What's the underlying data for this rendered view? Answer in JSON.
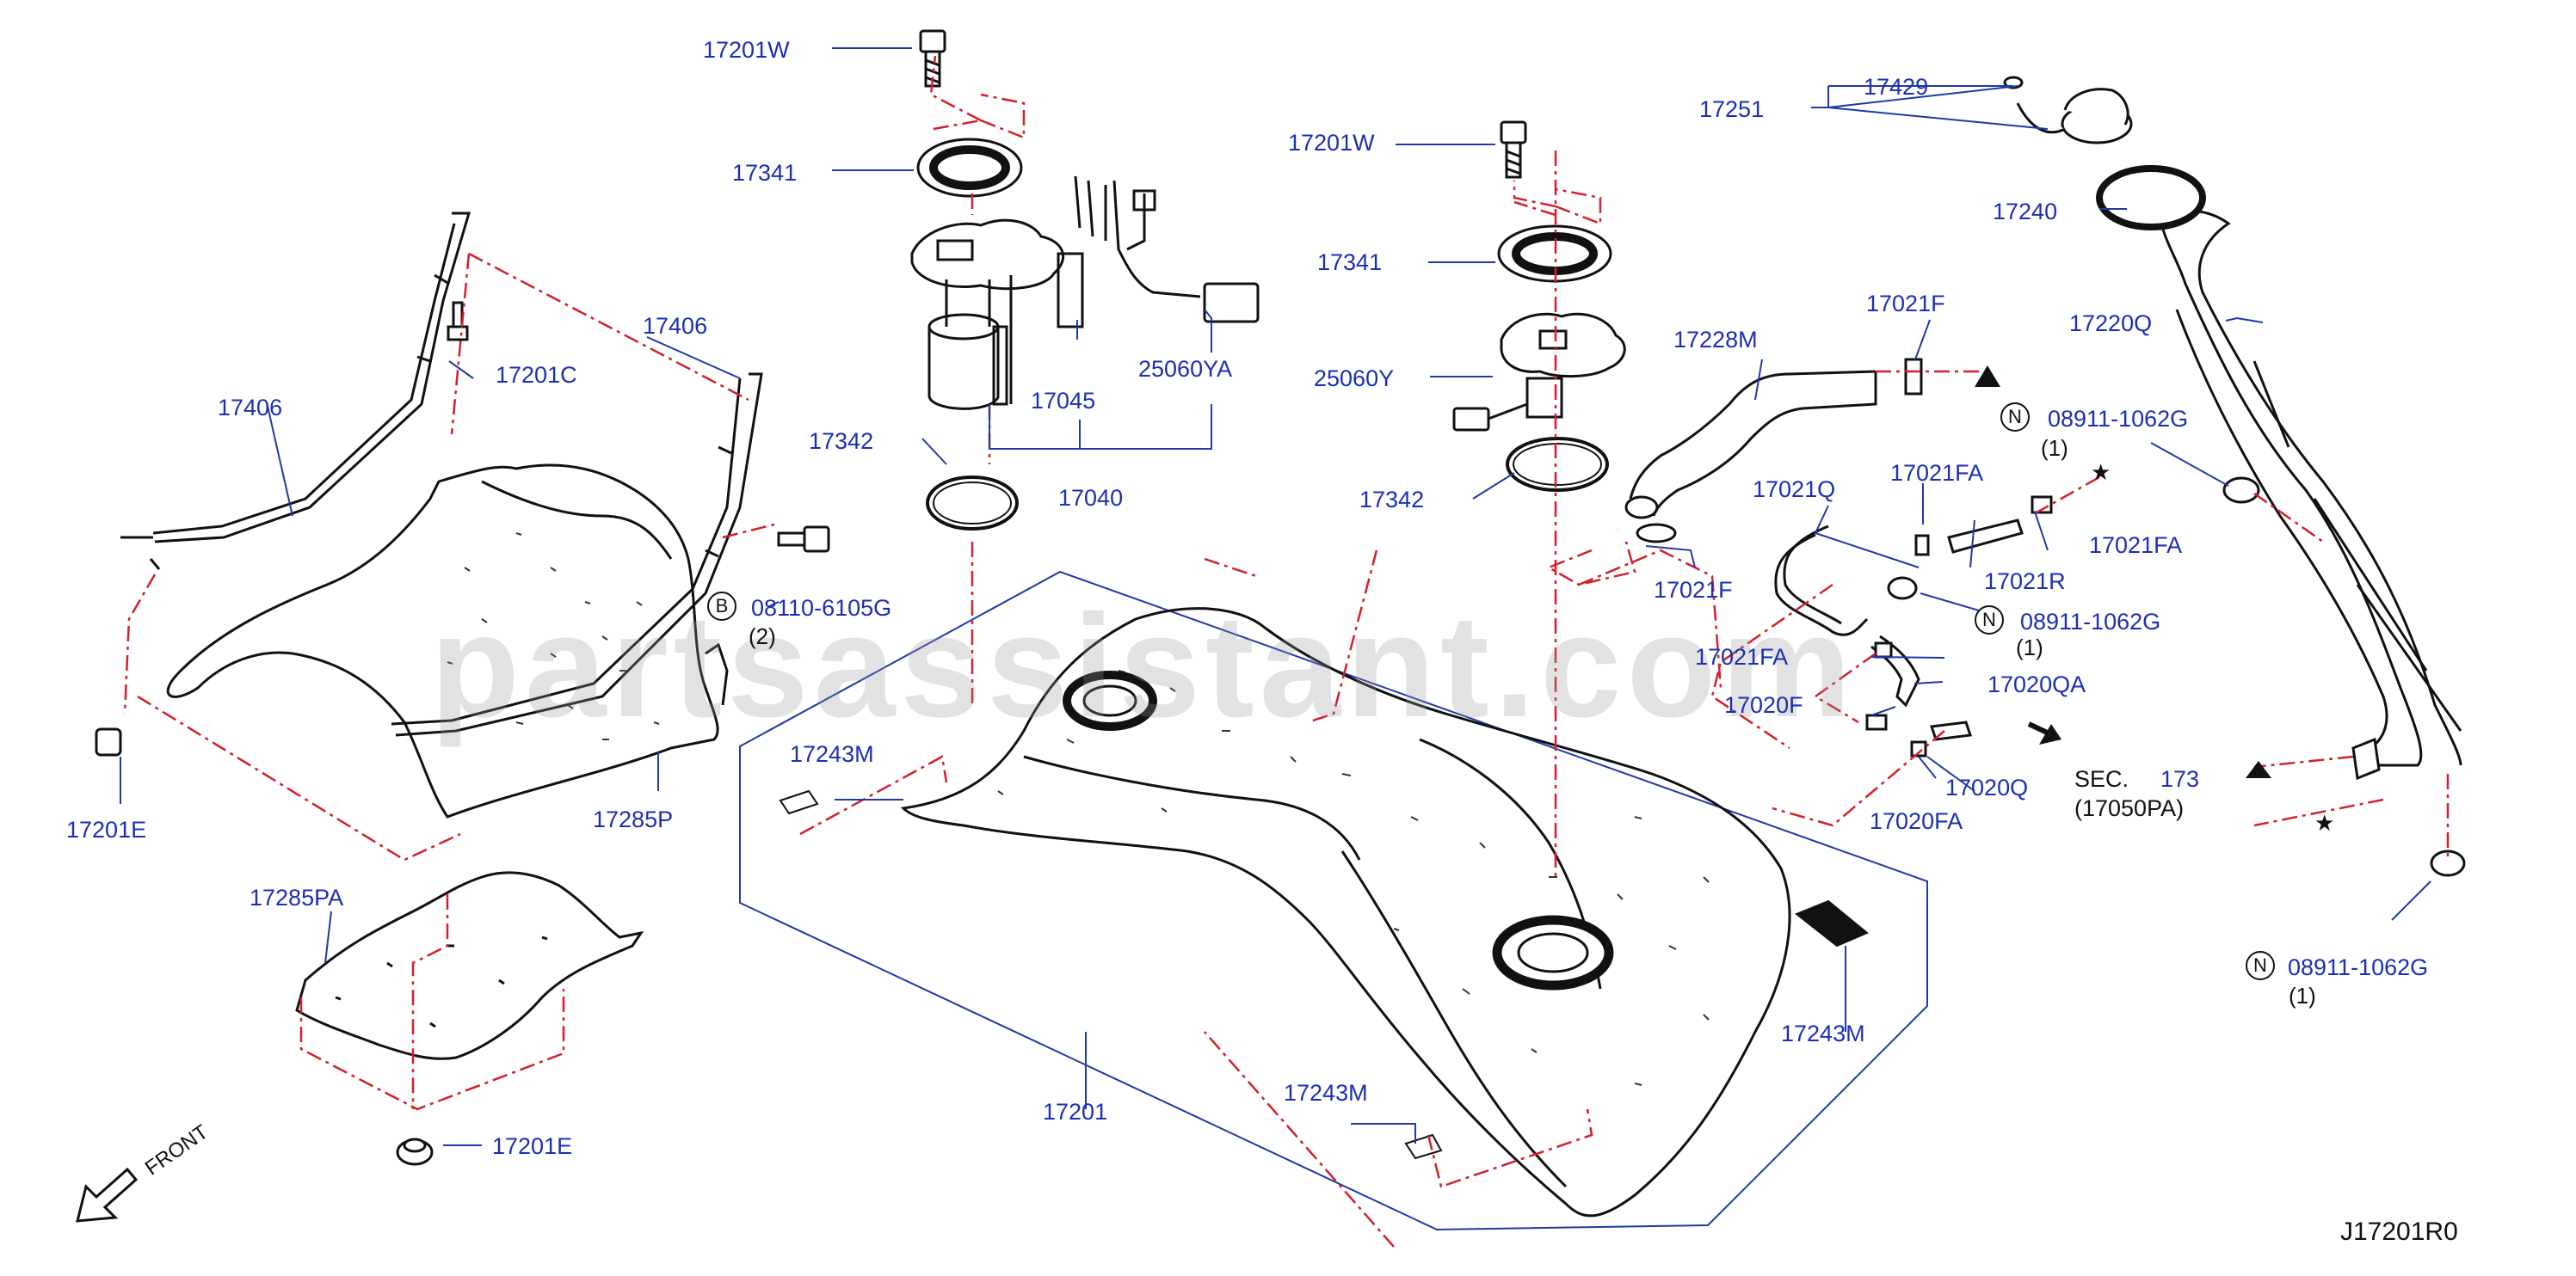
{
  "watermark": "partsassistant.com",
  "diagram_code": "J17201R0",
  "front_label": "FRONT",
  "parts": {
    "p17201W_a": "17201W",
    "p17341_a": "17341",
    "p17045": "17045",
    "p25060YA": "25060YA",
    "p17342_a": "17342",
    "p17040": "17040",
    "p17406_a": "17406",
    "p17406_b": "17406",
    "p17201C": "17201C",
    "p08110": "08110-6105G",
    "p17201E_a": "17201E",
    "p17285P": "17285P",
    "p17285PA": "17285PA",
    "p17201E_b": "17201E",
    "p17243M_a": "17243M",
    "p17201": "17201",
    "p17243M_b": "17243M",
    "p17243M_c": "17243M",
    "p17201W_b": "17201W",
    "p17341_b": "17341",
    "p25060Y": "25060Y",
    "p17342_b": "17342",
    "p17228M": "17228M",
    "p17021F_a": "17021F",
    "p17021F_b": "17021F",
    "p17021Q": "17021Q",
    "p17021FA_a": "17021FA",
    "p17021FA_b": "17021FA",
    "p17021R": "17021R",
    "p08911_a": "08911-1062G",
    "p17021FA_c": "17021FA",
    "p17020QA": "17020QA",
    "p17020F": "17020F",
    "p17020Q": "17020Q",
    "p17020FA": "17020FA",
    "p17251": "17251",
    "p17429": "17429",
    "p17240": "17240",
    "p17220Q": "17220Q",
    "p08911_b": "08911-1062G",
    "p08911_c": "08911-1062G"
  },
  "quantities": {
    "q2": "(2)",
    "q1_a": "(1)",
    "q1_b": "(1)",
    "q1_c": "(1)"
  },
  "markers": {
    "B": "B",
    "N": "N"
  },
  "section_ref": {
    "sec": "SEC.",
    "num": "173",
    "sub": "(17050PA)"
  },
  "colors": {
    "label": "#1a2fb5",
    "leader_blue": "#1d3aa8",
    "chain_red": "#d3202a",
    "line": "#111111"
  }
}
